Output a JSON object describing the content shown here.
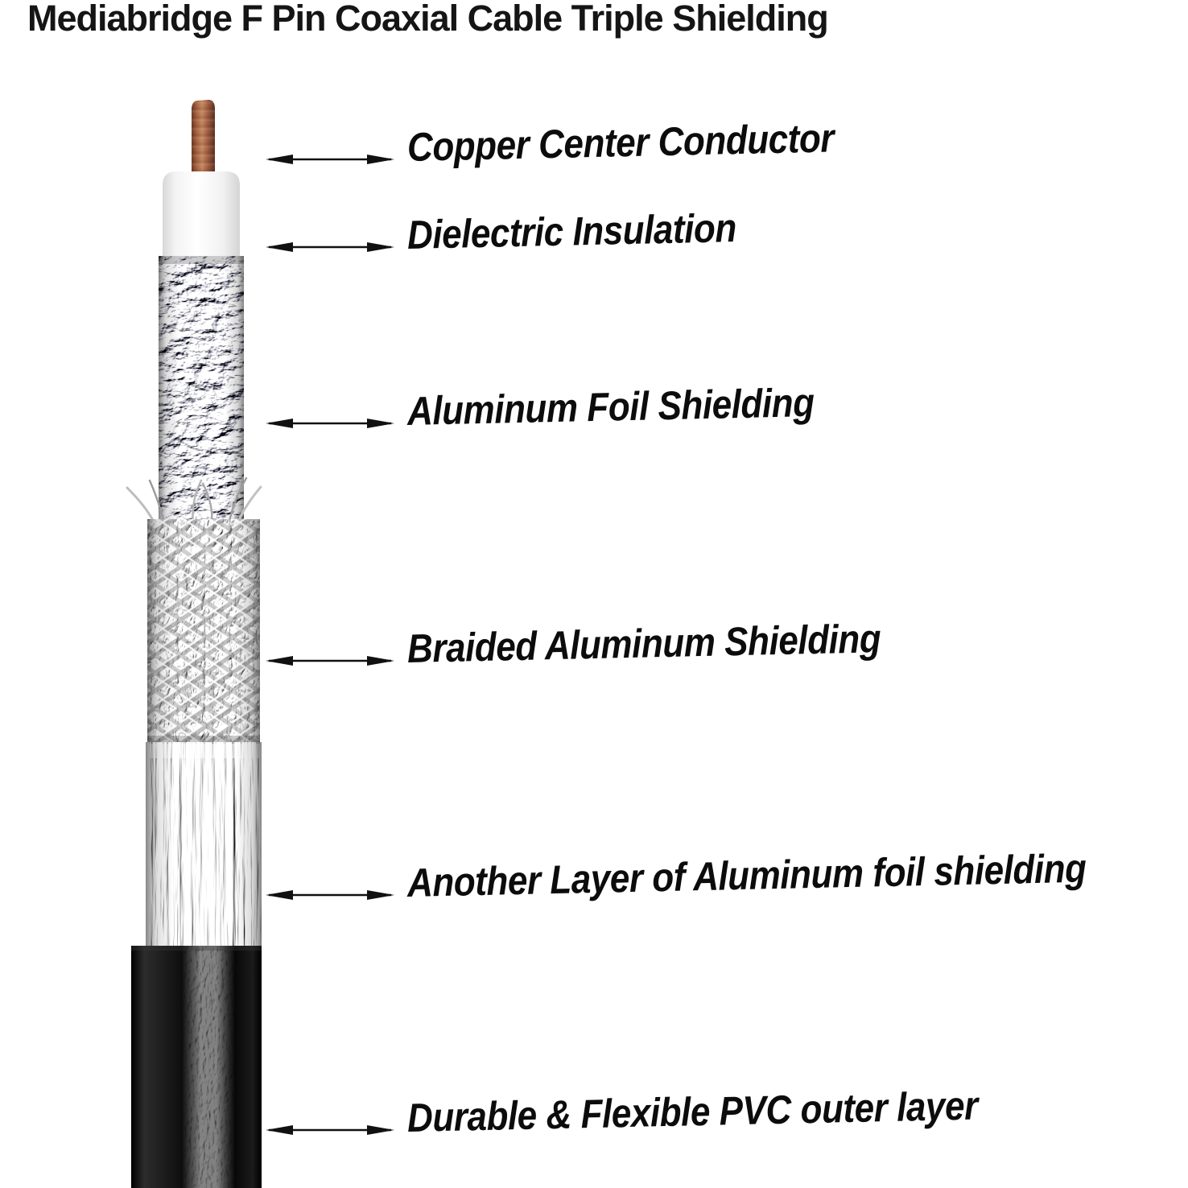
{
  "title": "Mediabridge F Pin Coaxial Cable Triple Shielding",
  "icons": {
    "annotation_pointer": "double-headed-arrow"
  },
  "colors": {
    "text": "#0c0c0c",
    "arrow": "#111111",
    "copper": "#b06a48",
    "dielectric": "#ffffff",
    "foil": "#c9c9c9",
    "braid": "#e2e2e2",
    "pvc_jacket": "#0a0a0a",
    "background": "#ffffff"
  },
  "annotations": [
    {
      "label": "Copper Center Conductor"
    },
    {
      "label": "Dielectric Insulation"
    },
    {
      "label": "Aluminum Foil Shielding"
    },
    {
      "label": "Braided Aluminum Shielding"
    },
    {
      "label": "Another Layer of Aluminum foil shielding"
    },
    {
      "label": "Durable & Flexible PVC outer layer"
    }
  ]
}
